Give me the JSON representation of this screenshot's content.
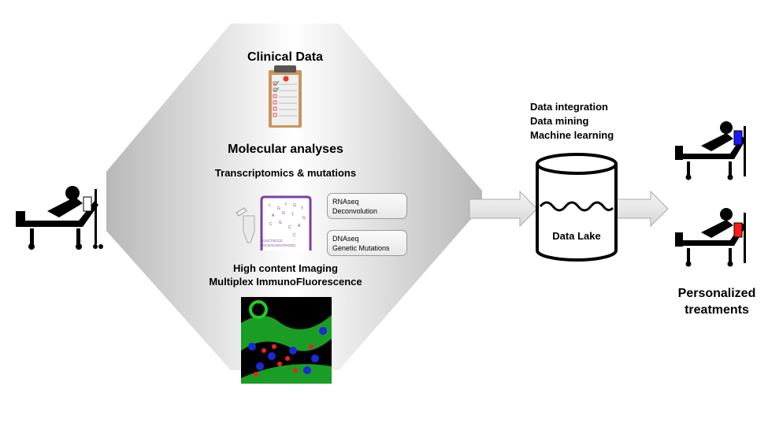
{
  "hexagon": {
    "clinical_title": "Clinical Data",
    "molecular_title": "Molecular analyses",
    "transcriptomics_title": "Transcriptomics & mutations",
    "rnaseq_box": {
      "line1": "RNAseq",
      "line2": "Deconvolution"
    },
    "dnaseq_box": {
      "line1": "DNAseq",
      "line2": "Genetic Mutations"
    },
    "imaging_title_1": "High content Imaging",
    "imaging_title_2": "Multiplex ImmunoFluorescence",
    "sequence_1": "CGCTGCCC",
    "sequence_2": "GCGACGGGTAGGC"
  },
  "processing": {
    "line1": "Data integration",
    "line2": "Data mining",
    "line3": "Machine learning"
  },
  "data_lake_label": "Data Lake",
  "outcome": {
    "line1": "Personalized",
    "line2": "treatments"
  },
  "colors": {
    "iv_bag_top": "#1a1aff",
    "iv_bag_bottom": "#ff1a1a",
    "arrow": "#e6e6e6",
    "dna_purple": "#7b3fa0"
  }
}
